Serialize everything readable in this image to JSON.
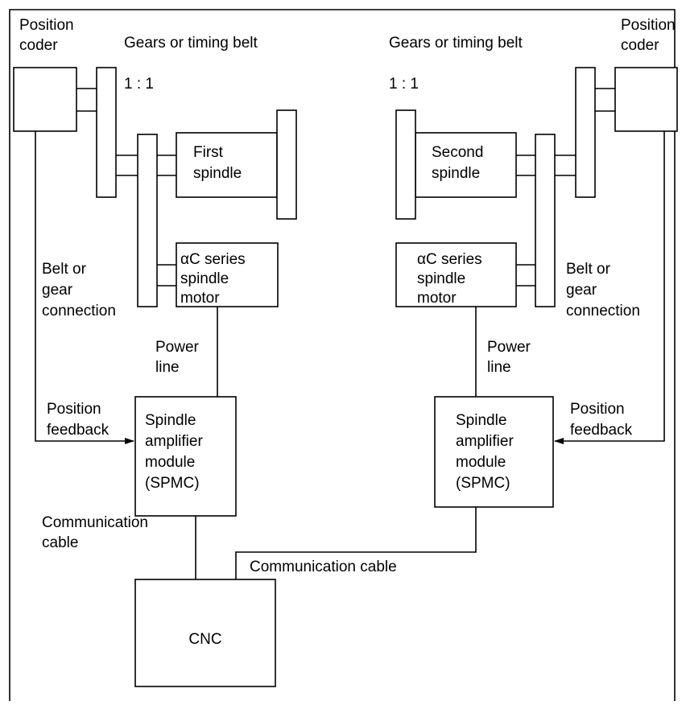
{
  "left": {
    "position_coder": [
      "Position",
      "coder"
    ],
    "gears_label": "Gears or timing belt",
    "ratio": "1 : 1",
    "spindle": [
      "First",
      "spindle"
    ],
    "motor": [
      "αC series",
      "spindle",
      "motor"
    ],
    "belt_connection": [
      "Belt or",
      "gear",
      "connection"
    ],
    "power_line": [
      "Power",
      "line"
    ],
    "position_feedback": [
      "Position",
      "feedback"
    ],
    "amplifier": [
      "Spindle",
      "amplifier",
      "module",
      "(SPMC)"
    ],
    "comm_cable": [
      "Communication",
      "cable"
    ]
  },
  "right": {
    "position_coder": [
      "Position",
      "coder"
    ],
    "gears_label": "Gears or timing belt",
    "ratio": "1 : 1",
    "spindle": [
      "Second",
      "spindle"
    ],
    "motor": [
      "αC series",
      "spindle",
      "motor"
    ],
    "belt_connection": [
      "Belt or",
      "gear",
      "connection"
    ],
    "power_line": [
      "Power",
      "line"
    ],
    "position_feedback": [
      "Position",
      "feedback"
    ],
    "amplifier": [
      "Spindle",
      "amplifier",
      "module",
      "(SPMC)"
    ],
    "comm_cable": "Communication cable"
  },
  "cnc": "CNC"
}
